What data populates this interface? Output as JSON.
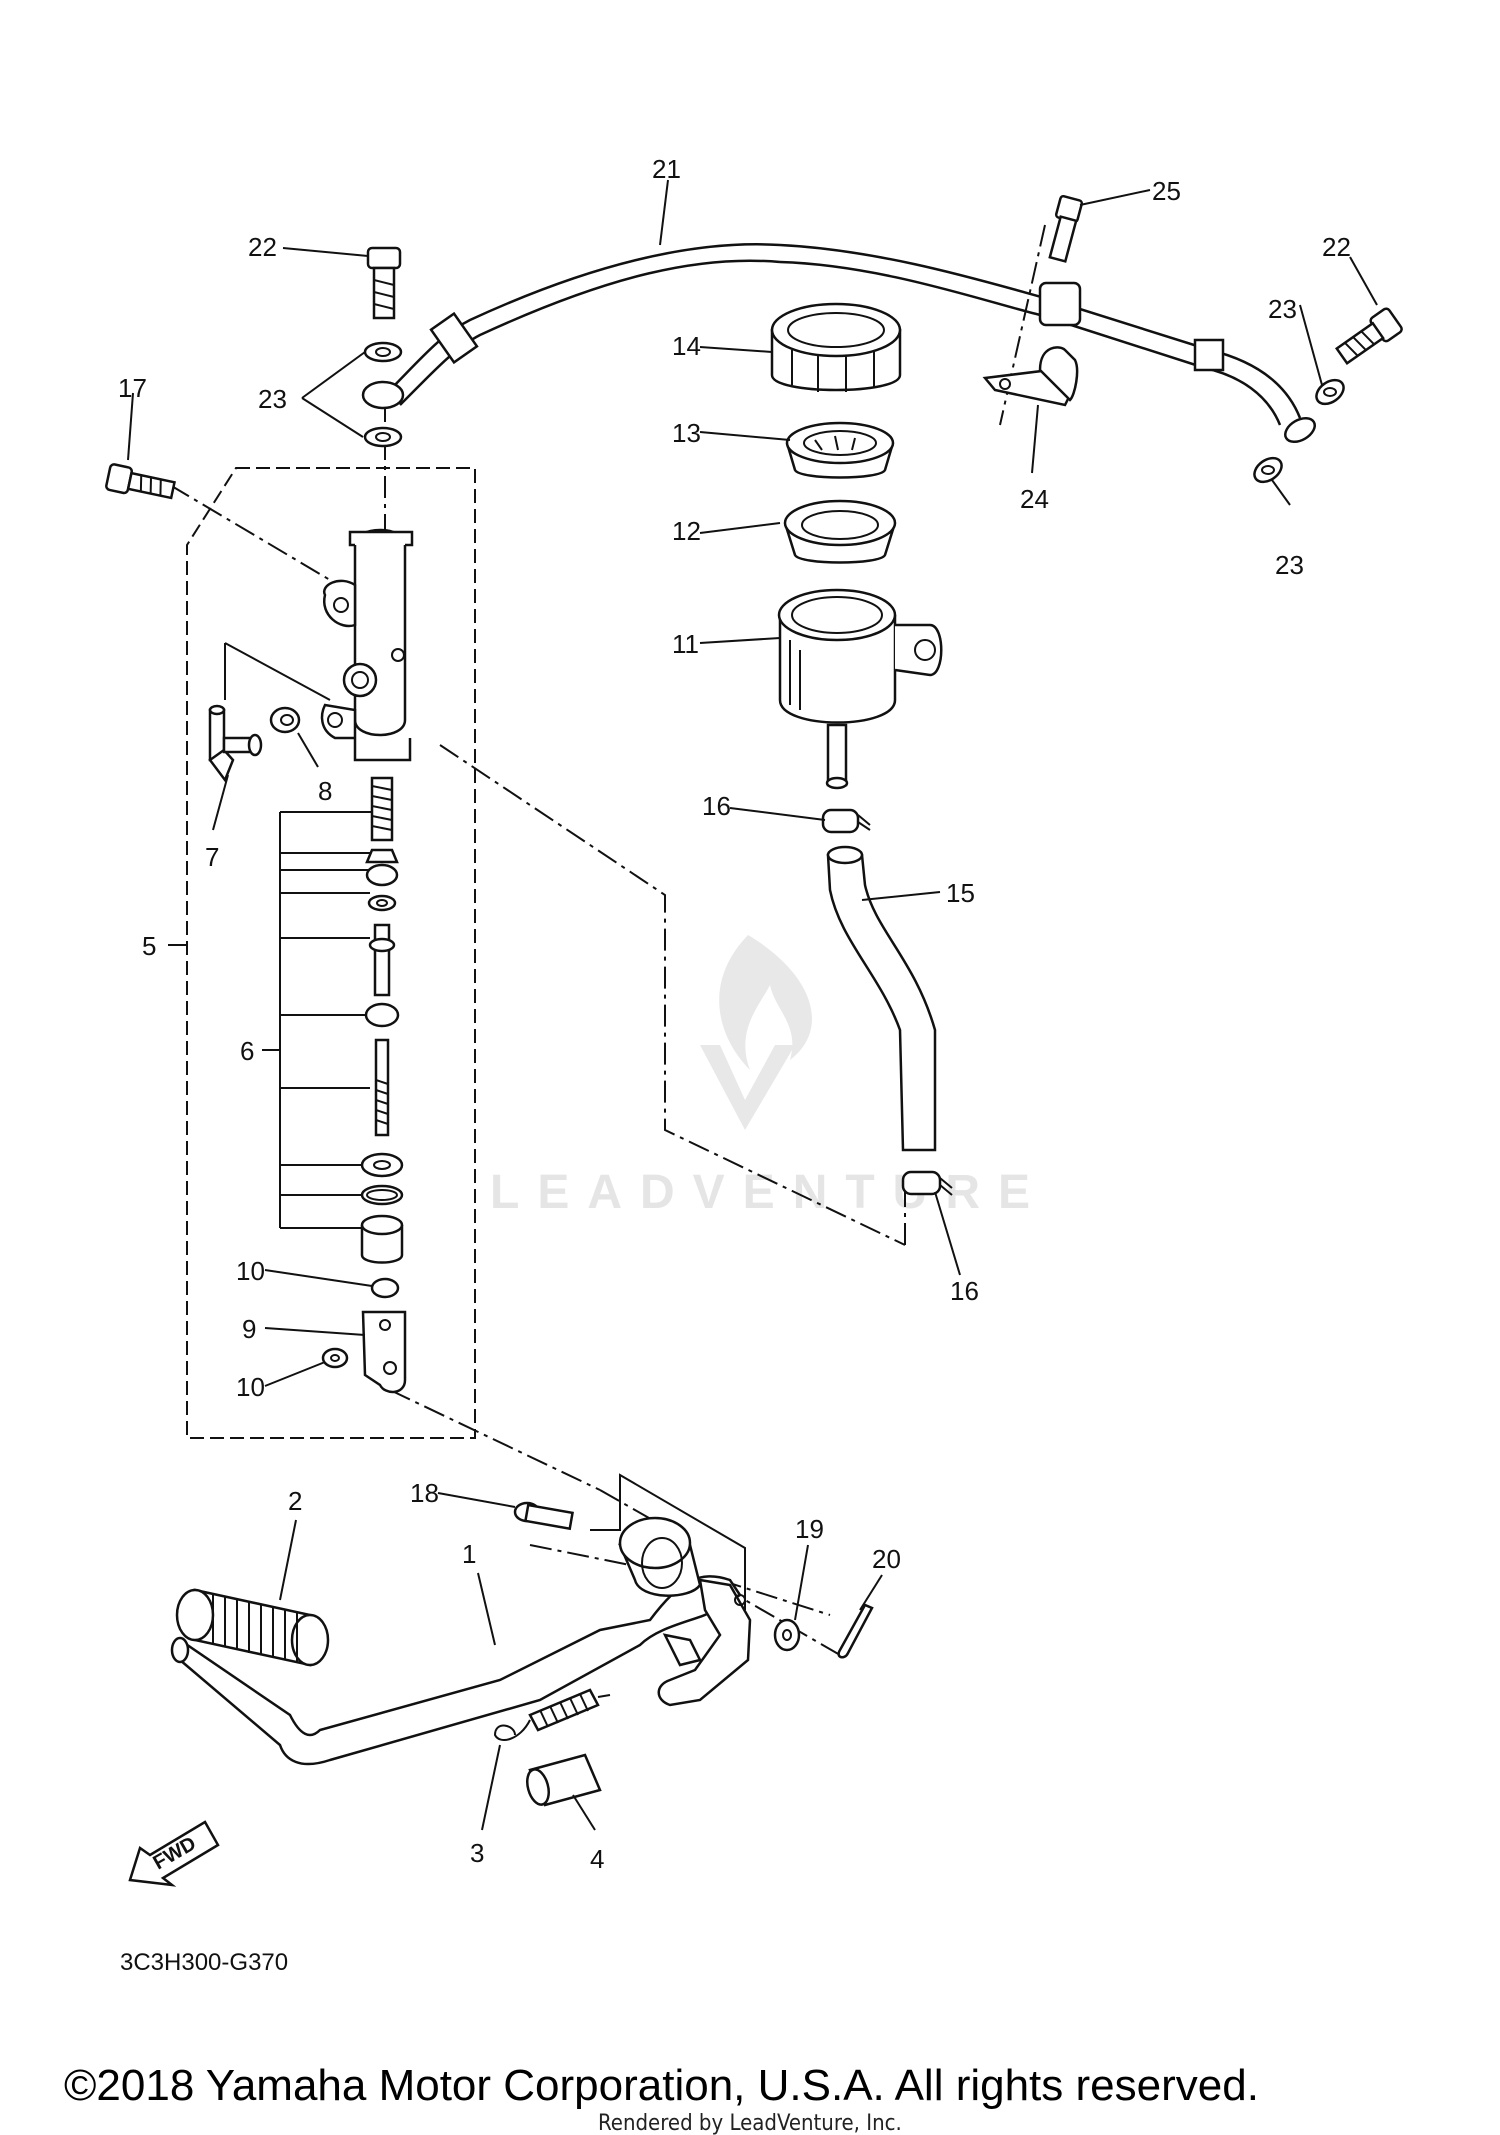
{
  "diagram": {
    "part_numbers": [
      "1",
      "2",
      "3",
      "4",
      "5",
      "6",
      "7",
      "8",
      "9",
      "10",
      "10",
      "11",
      "12",
      "13",
      "14",
      "15",
      "16",
      "16",
      "17",
      "18",
      "19",
      "20",
      "21",
      "22",
      "22",
      "23",
      "23",
      "23",
      "24",
      "25"
    ],
    "drawing_code": "3C3H300-G370",
    "fwd_label": "FWD",
    "watermark_text": "LEADVENTURE",
    "copyright": "©2018 Yamaha Motor Corporation, U.S.A. All rights reserved.",
    "rendered_by": "Rendered by LeadVenture, Inc."
  },
  "labels": {
    "l1": "1",
    "l2": "2",
    "l3": "3",
    "l4": "4",
    "l5": "5",
    "l6": "6",
    "l7": "7",
    "l8": "8",
    "l9": "9",
    "l10a": "10",
    "l10b": "10",
    "l11": "11",
    "l12": "12",
    "l13": "13",
    "l14": "14",
    "l15": "15",
    "l16a": "16",
    "l16b": "16",
    "l17": "17",
    "l18": "18",
    "l19": "19",
    "l20": "20",
    "l21": "21",
    "l22a": "22",
    "l22b": "22",
    "l23a": "23",
    "l23b": "23",
    "l23c": "23",
    "l24": "24",
    "l25": "25"
  }
}
